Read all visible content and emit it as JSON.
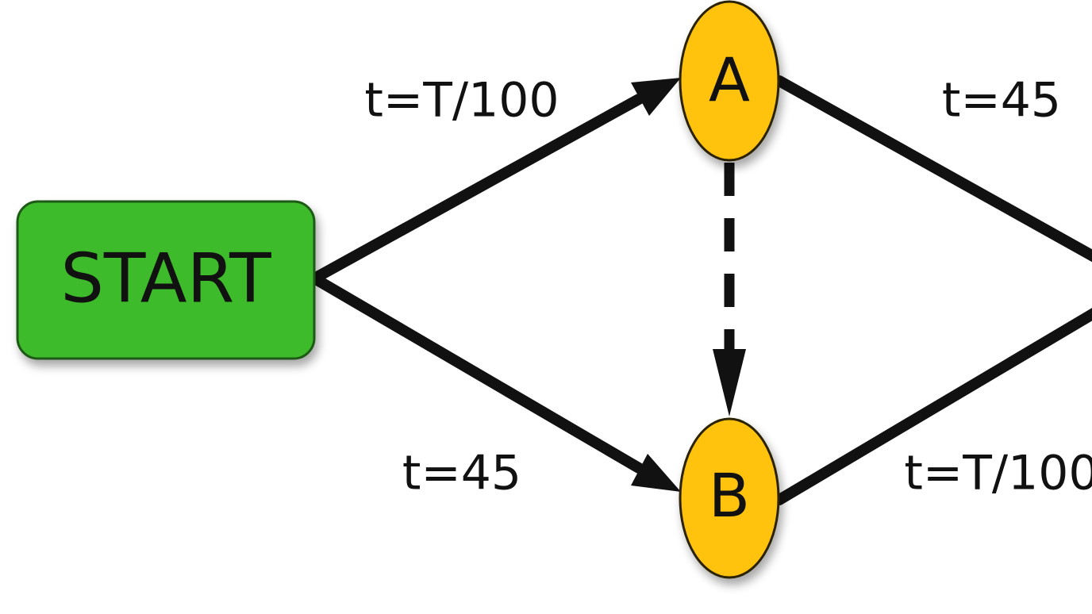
{
  "diagram": {
    "nodes": {
      "start": {
        "label": "START",
        "color": "#3dbb2b",
        "border": "#1f5a14"
      },
      "a": {
        "label": "A",
        "color": "#ffc20e",
        "border": "#2a2200"
      },
      "b": {
        "label": "B",
        "color": "#ffc20e",
        "border": "#2a2200"
      }
    },
    "edges": {
      "start_to_a": {
        "label": "t=T/100",
        "style": "solid"
      },
      "start_to_b": {
        "label": "t=45",
        "style": "solid"
      },
      "a_to_b": {
        "label": "",
        "style": "dashed"
      },
      "a_to_end": {
        "label": "t=45",
        "style": "solid"
      },
      "b_to_end": {
        "label": "t=T/100",
        "style": "solid"
      }
    },
    "colors": {
      "edge": "#111111",
      "background": "#ffffff"
    }
  }
}
